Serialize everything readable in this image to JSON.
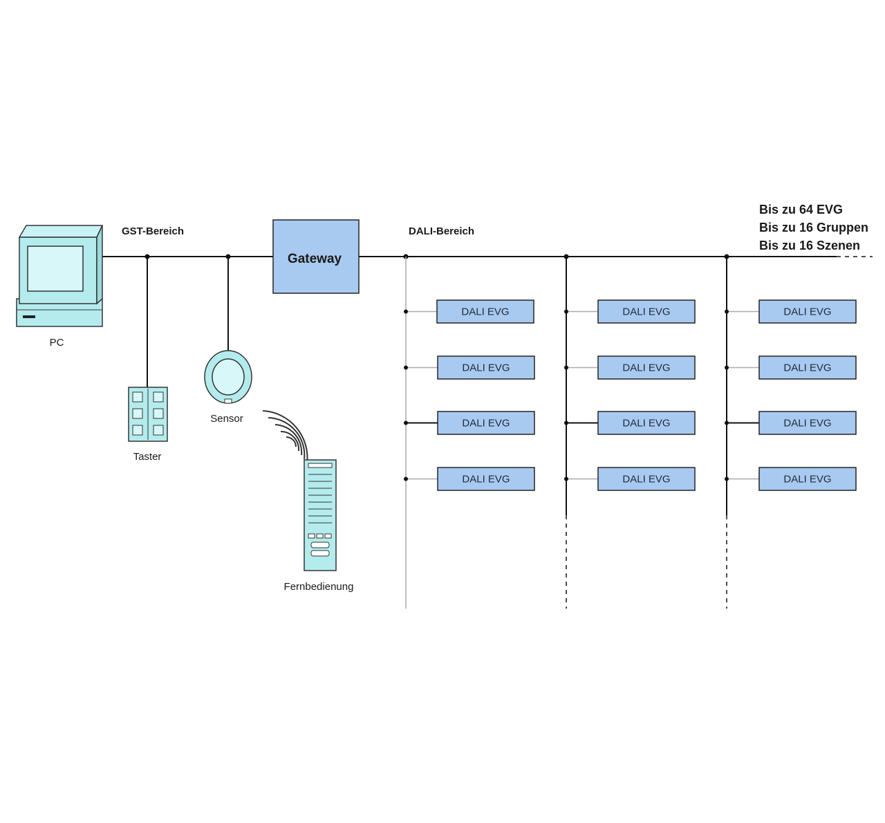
{
  "labels": {
    "pc": "PC",
    "gst": "GST-Bereich",
    "gateway": "Gateway",
    "dali": "DALI-Bereich",
    "taster": "Taster",
    "sensor": "Sensor",
    "fernbedienung": "Fernbedienung"
  },
  "specs": [
    "Bis zu 64 EVG",
    "Bis zu 16 Gruppen",
    "Bis zu 16 Szenen"
  ],
  "evg_label": "DALI EVG",
  "evg_columns": 3,
  "evg_rows": 4,
  "colors": {
    "evg_fill": "#a9caf0",
    "device_fill": "#b4ecee",
    "line": "#111111"
  }
}
